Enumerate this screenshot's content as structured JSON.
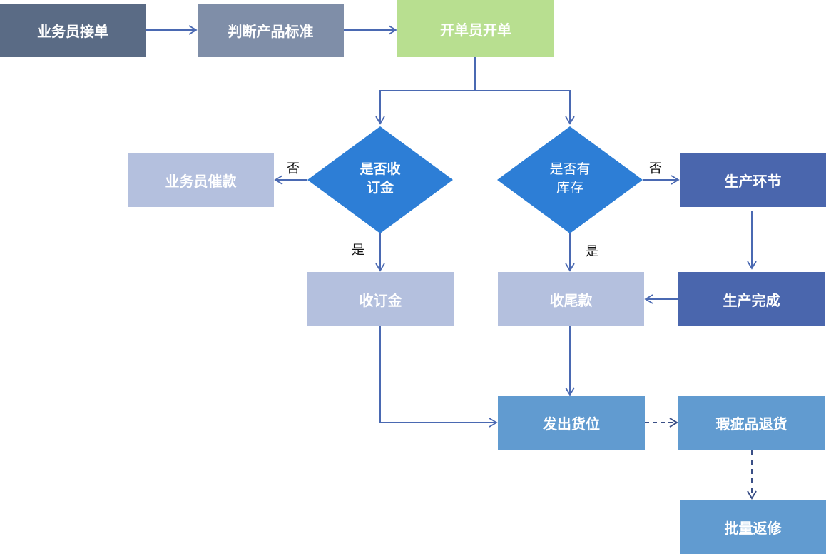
{
  "diagram": {
    "type": "flowchart",
    "colors": {
      "dark_slate": "#5a6b85",
      "slate": "#7f8ea8",
      "green": "#b8df90",
      "light_lavender": "#b4c0de",
      "diamond_blue": "#2d7ed6",
      "indigo": "#4a66ad",
      "sky_blue": "#619bd0",
      "connector": "#4a69b2",
      "dashed_connector": "#3a4f86"
    },
    "nodes": {
      "salesman_receives_order": "业务员接单",
      "judge_product_standard": "判断产品标准",
      "clerk_creates_order": "开单员开单",
      "deposit_received_question": "是否收\n订金",
      "in_stock_question": "是否有\n库存",
      "salesman_urges_payment": "业务员催款",
      "production_stage": "生产环节",
      "collect_deposit": "收订金",
      "collect_balance": "收尾款",
      "production_complete": "生产完成",
      "ship_goods": "发出货位",
      "defective_return": "瑕疵品退货",
      "batch_rework": "批量返修"
    },
    "edge_labels": {
      "deposit_no": "否",
      "deposit_yes": "是",
      "stock_no": "否",
      "stock_yes": "是"
    }
  }
}
